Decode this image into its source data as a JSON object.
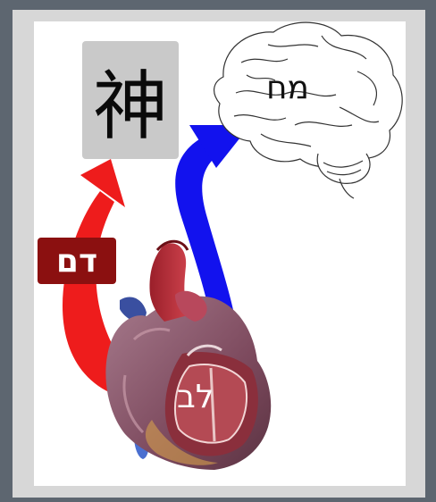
{
  "labels": {
    "kanji": "神",
    "brain": "מח",
    "blood": "דם",
    "heart": "לב"
  },
  "colors": {
    "red_arrow": "#ee1c1c",
    "blue_arrow": "#1212ee",
    "blood_badge": "#8b1010",
    "kanji_box": "#c9c9c9",
    "heart_main": "#8c5a6e"
  },
  "icons": [
    "brain-illustration",
    "heart-illustration",
    "red-arrow",
    "blue-arrow"
  ]
}
